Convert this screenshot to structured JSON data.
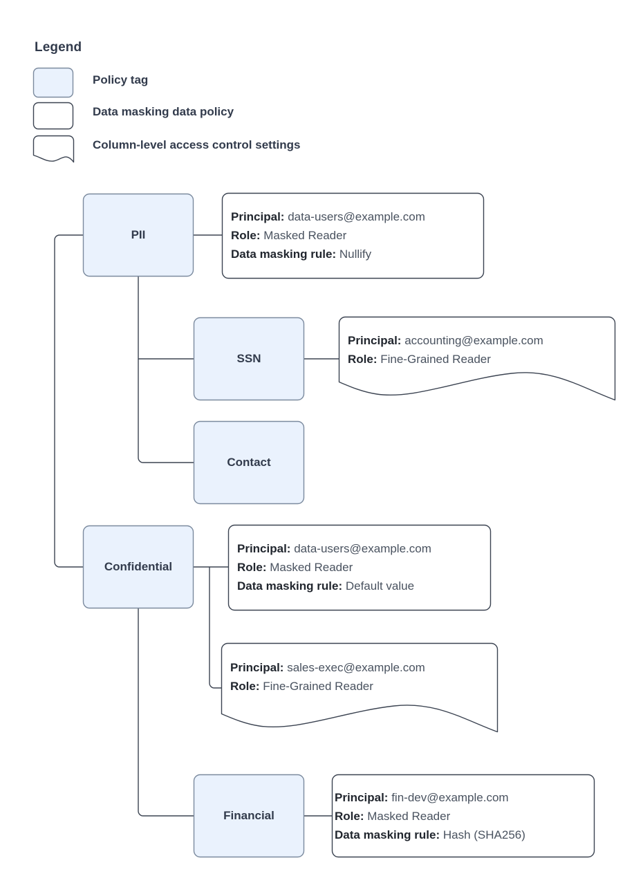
{
  "legend": {
    "title": "Legend",
    "items": [
      {
        "label": "Policy tag",
        "shape": "filled-rounded-rect",
        "swatch_fill": "#eaf2fd",
        "swatch_stroke": "#7b8a9e"
      },
      {
        "label": "Data masking data policy",
        "shape": "rounded-rect",
        "swatch_fill": "#ffffff",
        "swatch_stroke": "#3b4351"
      },
      {
        "label": "Column-level access control settings",
        "shape": "torn-bottom-rect",
        "swatch_fill": "#ffffff",
        "swatch_stroke": "#3b4351"
      }
    ]
  },
  "colors": {
    "policy_tag_fill": "#eaf2fd",
    "policy_tag_stroke": "#7b8a9e",
    "callout_stroke": "#3b4351",
    "connector_stroke": "#3b4351",
    "text": "#323b4c",
    "text_value": "#49525f",
    "background": "#ffffff"
  },
  "nodes": [
    {
      "id": "pii",
      "label": "PII"
    },
    {
      "id": "ssn",
      "label": "SSN"
    },
    {
      "id": "contact",
      "label": "Contact"
    },
    {
      "id": "confidential",
      "label": "Confidential"
    },
    {
      "id": "financial",
      "label": "Financial"
    }
  ],
  "callouts": [
    {
      "id": "pii-policy",
      "attached_to": "pii",
      "shape": "rounded-rect",
      "rows": [
        {
          "key": "Principal:",
          "value": "data-users@example.com"
        },
        {
          "key": "Role:",
          "value": "Masked Reader"
        },
        {
          "key": "Data masking rule:",
          "value": "Nullify"
        }
      ]
    },
    {
      "id": "ssn-access",
      "attached_to": "ssn",
      "shape": "torn-bottom-rect",
      "rows": [
        {
          "key": "Principal:",
          "value": "accounting@example.com"
        },
        {
          "key": "Role:",
          "value": "Fine-Grained Reader"
        }
      ]
    },
    {
      "id": "confidential-policy",
      "attached_to": "confidential",
      "shape": "rounded-rect",
      "rows": [
        {
          "key": "Principal:",
          "value": "data-users@example.com"
        },
        {
          "key": "Role:",
          "value": "Masked Reader"
        },
        {
          "key": "Data masking rule:",
          "value": "Default value"
        }
      ]
    },
    {
      "id": "confidential-access",
      "attached_to": "confidential",
      "shape": "torn-bottom-rect",
      "rows": [
        {
          "key": "Principal:",
          "value": "sales-exec@example.com"
        },
        {
          "key": "Role:",
          "value": "Fine-Grained Reader"
        }
      ]
    },
    {
      "id": "financial-policy",
      "attached_to": "financial",
      "shape": "rounded-rect",
      "rows": [
        {
          "key": "Principal:",
          "value": "fin-dev@example.com"
        },
        {
          "key": "Role:",
          "value": "Masked Reader"
        },
        {
          "key": "Data masking rule:",
          "value": "Hash (SHA256)"
        }
      ]
    }
  ]
}
